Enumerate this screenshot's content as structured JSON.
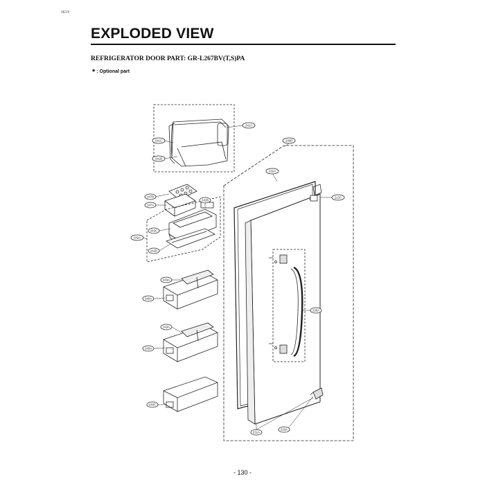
{
  "header": {
    "corner_text": "#EV#",
    "title": "EXPLODED VIEW",
    "subtitle": "REFRIGERATOR DOOR PART: GR-L267BV(T,S)PA",
    "note_symbol": "*",
    "note_text": ": Optional part"
  },
  "footer": {
    "page_number": "- 130 -"
  },
  "parts": {
    "p241A": "241A",
    "p241C": "241C",
    "p241B": "241B",
    "p230B": "230B",
    "p232A": "232A",
    "p212C": "212C",
    "p147B": "147B",
    "p147A": "147A",
    "p242B": "242B",
    "p242C": "242C",
    "p242A": "242A",
    "p242D": "242D",
    "p243A_1": "243A",
    "p240A_1": "240A",
    "p235A": "235A",
    "p243A_2": "243A",
    "p240A_2": "240A",
    "p240C": "240C",
    "p231A": "231A",
    "p233A": "233A"
  },
  "colors": {
    "line": "#222222",
    "paper": "#ffffff",
    "shade": "#dddddd"
  }
}
